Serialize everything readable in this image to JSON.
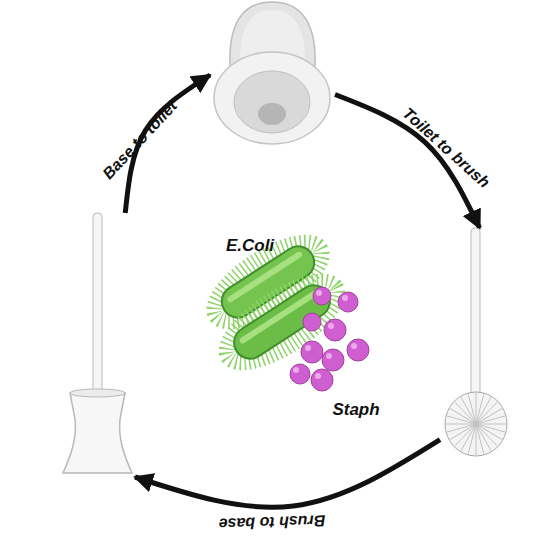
{
  "diagram": {
    "nodes": [
      {
        "text": []
      },
      {
        "text": []
      },
      {
        "text": []
      }
    ],
    "edges": [
      {
        "from": 1,
        "to": 0,
        "label": "Base to toilet",
        "arrow": "to"
      },
      {
        "from": 0,
        "to": 2,
        "label": "Toilet to brush",
        "arrow": "to"
      },
      {
        "from": 2,
        "to": 1,
        "label": "Brush to base",
        "arrow": "to"
      }
    ],
    "labels": [
      "E.Coli",
      "Staph"
    ]
  }
}
